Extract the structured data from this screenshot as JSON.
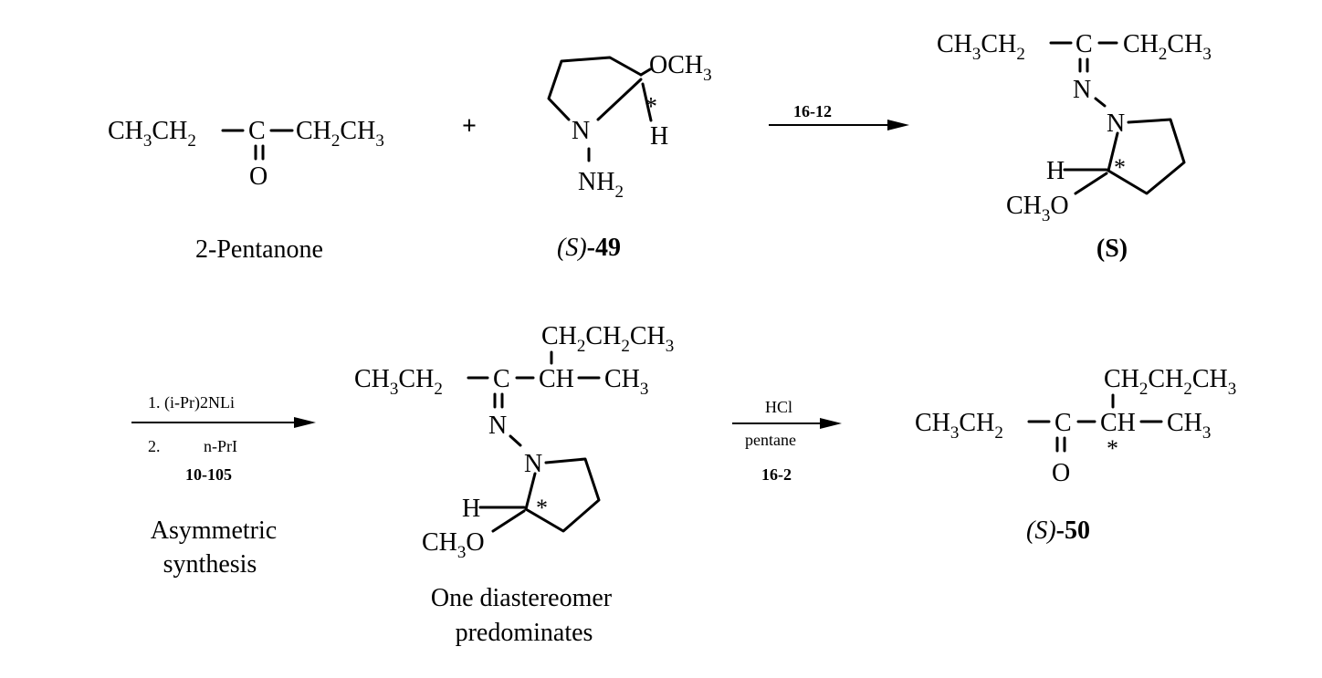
{
  "reaction1": {
    "reactant1": {
      "left": "CH3CH2",
      "center": "C",
      "right": "CH2CH3",
      "carbonyl_o": "O",
      "name": "2-Pentanone"
    },
    "plus": "+",
    "reagent": {
      "substituent": "OCH3",
      "stereo_mark": "*",
      "h": "H",
      "n": "N",
      "nh2": "NH2",
      "label_prefix": "(S)",
      "label_num": "-49"
    },
    "arrow_label": "16-12",
    "product": {
      "left": "CH3CH2",
      "center": "C",
      "right": "CH2CH3",
      "imine_n": "N",
      "ring_n": "N",
      "h": "H",
      "stereo_mark": "*",
      "methoxy": "CH3O",
      "label": "(S)"
    }
  },
  "reaction2": {
    "conditions": {
      "step1": "1.  (i-Pr)2NLi",
      "step2_num": "2.",
      "step2_reagent": "n-PrI",
      "ref": "10-105",
      "caption_line1": "Asymmetric",
      "caption_line2": "synthesis"
    },
    "intermediate": {
      "top_chain": "CH2CH2CH3",
      "left": "CH3CH2",
      "center": "C",
      "ch": "CH",
      "methyl": "CH3",
      "imine_n": "N",
      "ring_n": "N",
      "h": "H",
      "stereo_mark": "*",
      "methoxy": "CH3O",
      "caption_line1": "One diastereomer",
      "caption_line2": "predominates"
    },
    "hydrolysis": {
      "reagent": "HCl",
      "solvent": "pentane",
      "ref": "16-2"
    },
    "final_product": {
      "top_chain": "CH2CH2CH3",
      "left": "CH3CH2",
      "center": "C",
      "ch": "CH",
      "methyl": "CH3",
      "carbonyl_o": "O",
      "stereo_mark": "*",
      "label_prefix": "(S)",
      "label_num": "-50"
    }
  }
}
